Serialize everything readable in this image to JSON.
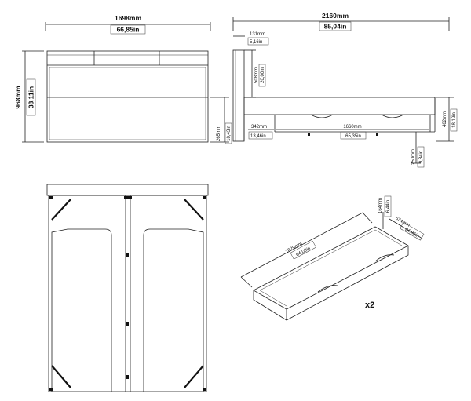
{
  "front": {
    "width_mm": "1698mm",
    "width_in": "66,85in",
    "height_mm": "968mm",
    "height_in": "38,11in",
    "base_mm": "265mm",
    "base_in": "10,43in"
  },
  "side": {
    "length_mm": "2160mm",
    "length_in": "85,04in",
    "depth_mm": "131mm",
    "depth_in": "5,16in",
    "head_mm": "508mm",
    "head_in": "20,00in",
    "offset_mm": "342mm",
    "offset_in": "13,46in",
    "drawer_mm": "1660mm",
    "drawer_in": "65,35in",
    "clear_mm": "250mm",
    "clear_in": "9,84in",
    "height_mm": "462mm",
    "height_in": "18,19in"
  },
  "drawer": {
    "length_mm": "1629mm",
    "length_in": "64,09in",
    "width_mm": "634mm",
    "width_in": "24,96in",
    "height_mm": "164mm",
    "height_in": "6,44in",
    "count": "x2"
  }
}
